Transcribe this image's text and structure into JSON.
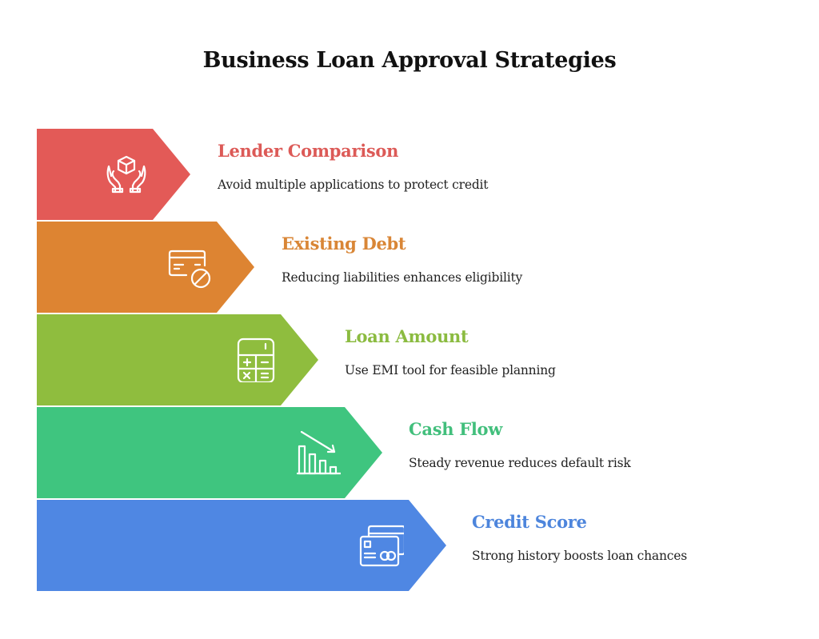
{
  "title": "Business Loan Approval Strategies",
  "colors": {
    "lender": "#e35a57",
    "debt": "#dd8432",
    "loan": "#8fbd3e",
    "cash": "#3fc57f",
    "credit": "#4f87e3"
  },
  "steps": [
    {
      "heading": "Lender Comparison",
      "description": "Avoid multiple applications to protect credit",
      "icon": "hands-holding-box-icon",
      "color": "#e35a57",
      "heading_color": "#dc5a57"
    },
    {
      "heading": "Existing Debt",
      "description": "Reducing liabilities enhances eligibility",
      "icon": "credit-card-blocked-icon",
      "color": "#dd8432",
      "heading_color": "#d98636"
    },
    {
      "heading": "Loan Amount",
      "description": "Use EMI tool for feasible planning",
      "icon": "calculator-icon",
      "color": "#8fbd3e",
      "heading_color": "#8bbb40"
    },
    {
      "heading": "Cash Flow",
      "description": "Steady revenue reduces default risk",
      "icon": "declining-bar-chart-icon",
      "color": "#3fc57f",
      "heading_color": "#42bf7c"
    },
    {
      "heading": "Credit Score",
      "description": "Strong history boosts loan chances",
      "icon": "credit-cards-icon",
      "color": "#4f87e3",
      "heading_color": "#4d85dc"
    }
  ]
}
